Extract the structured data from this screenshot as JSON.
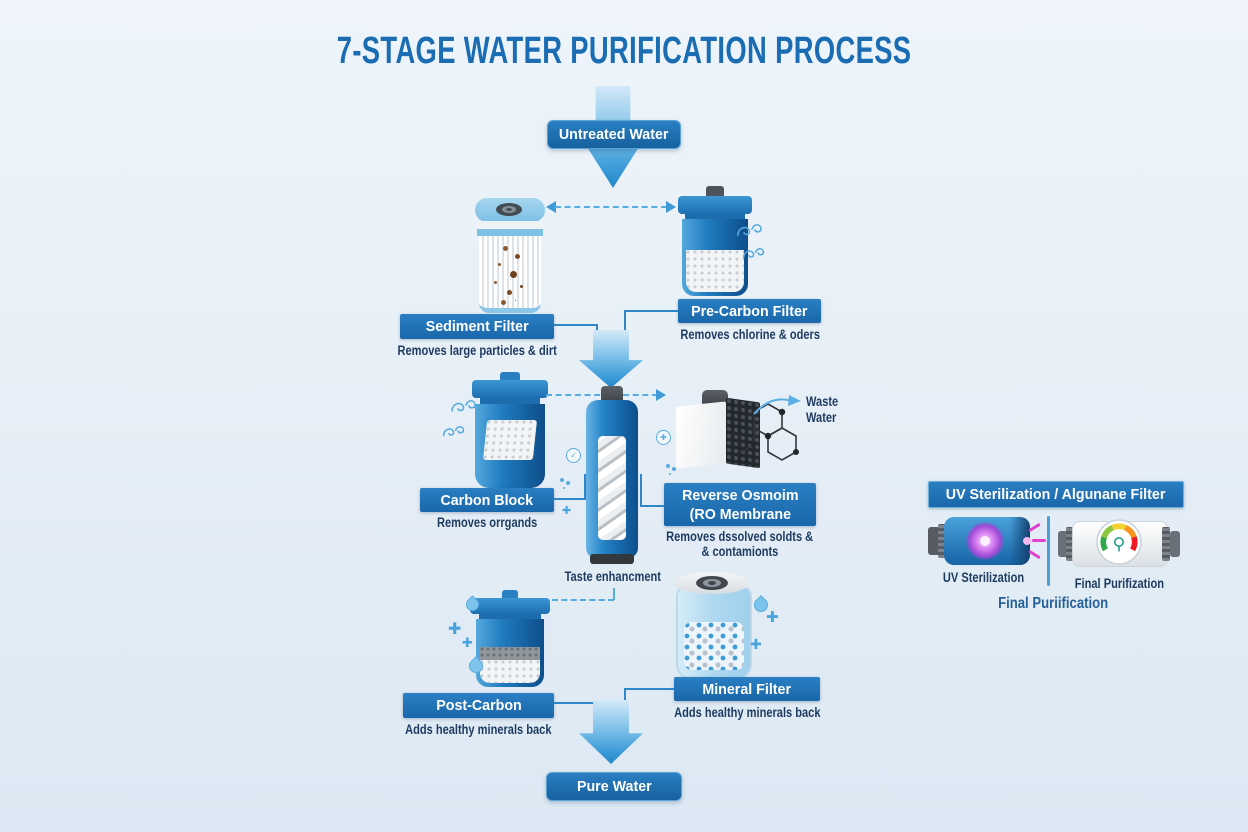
{
  "title": "7-STAGE WATER PURIFICATION PROCESS",
  "flow": {
    "source_label": "Untreated Water",
    "output_label": "Pure Water"
  },
  "stages": {
    "sediment": {
      "label": "Sediment Filter",
      "caption": "Removes large particles & dirt"
    },
    "pre_carbon": {
      "label": "Pre-Carbon Filter",
      "caption": "Removes chlorine & oders"
    },
    "carbon_block": {
      "label": "Carbon Block",
      "caption": "Removes orrgands"
    },
    "reverse_osmosis": {
      "label_line1": "Reverse Osmoim",
      "label_line2": "(RO Membrane",
      "caption_line1": "Removes dssolved soldts &",
      "caption_line2": "& contamionts"
    },
    "post_carbon": {
      "label": "Post-Carbon",
      "caption": "Adds healthy minerals back"
    },
    "mineral": {
      "label": "Mineral Filter",
      "caption": "Adds healthy minerals back"
    }
  },
  "annotations": {
    "waste_line1": "Waste",
    "waste_line2": "Water",
    "taste": "Taste enhancment"
  },
  "side_panel": {
    "header": "UV Sterilization / Algunane Filter",
    "uv_caption": "UV Sterilization",
    "alkaline_caption": "Final Purifization",
    "footer": "Final Puriification"
  },
  "icons": {
    "plus_glyph": "✚",
    "check_glyph": "✓",
    "droplet_icon": "css-teardrop",
    "odor_swirl_icon": "svg-swirl",
    "molecule_icon": "dot-cluster",
    "hexagon_molecule_icon": "svg-hexagons"
  },
  "colors": {
    "title": "#1a6cb3",
    "label_bg": "#1c70b8",
    "caption_text": "#1d3a5f",
    "arrow_blue": "#2e96d5",
    "dashed_line": "#55ace0",
    "background_top": "#eef4fa",
    "background_bottom": "#dce8f3",
    "uv_glow": "#c26ae8",
    "uv_ray": "#e03ecf"
  }
}
